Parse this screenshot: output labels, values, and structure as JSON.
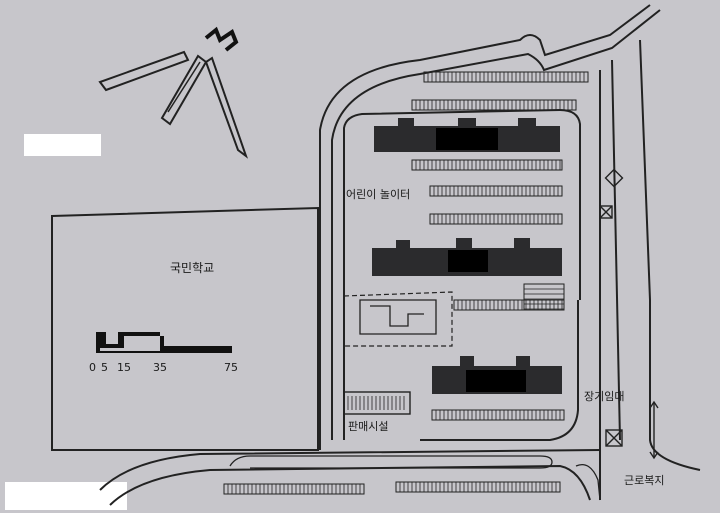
{
  "labels": {
    "school": "국민학교",
    "playground": "어린이 놀이터",
    "commercial": "판매시설",
    "long_term_rental": "장기임대",
    "worker_welfare": "근로복지"
  },
  "scale_bar": {
    "ticks": [
      "0",
      "5",
      "15",
      "35",
      "75"
    ]
  },
  "north_arrow": {
    "icon": "north-arrow-icon"
  },
  "colors": {
    "paper": "#c7c6cb",
    "ink": "#222222",
    "building": "#2b2b2d",
    "redaction": "#000000",
    "label_patch": "#ffffff"
  }
}
